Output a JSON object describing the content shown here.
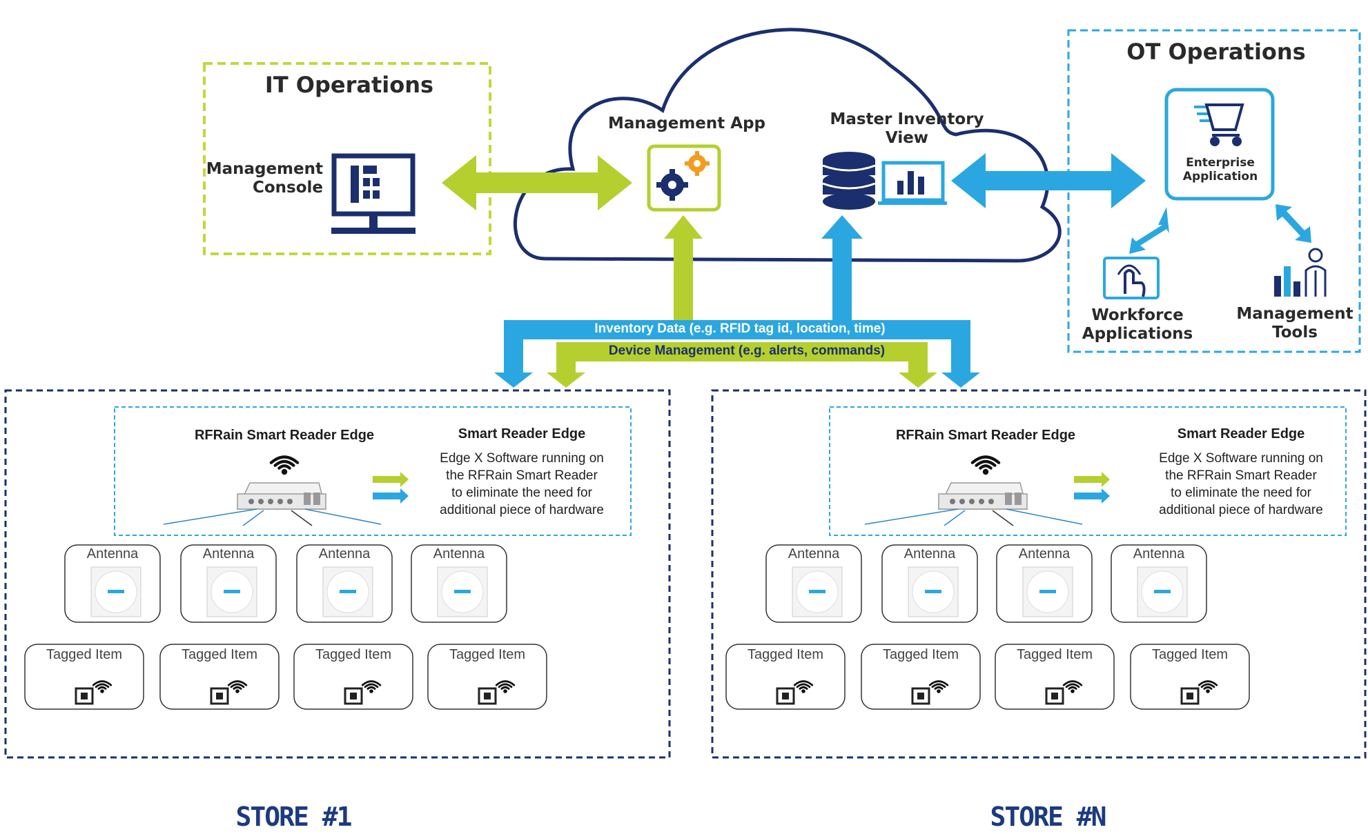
{
  "it_operations": {
    "title": "IT Operations",
    "console_label": "Management\nConsole"
  },
  "cloud": {
    "management_app_label": "Management App",
    "master_inventory_label": "Master Inventory\nView"
  },
  "ot_operations": {
    "title": "OT Operations",
    "enterprise_app_label": "Enterprise\nApplication",
    "workforce_label": "Workforce\nApplications",
    "management_tools_label": "Management\nTools"
  },
  "flows": {
    "inventory_data": "Inventory Data (e.g. RFID tag id, location, time)",
    "device_management": "Device Management (e.g. alerts, commands)"
  },
  "stores": [
    {
      "name": "STORE #1",
      "reader_title": "RFRain Smart Reader Edge",
      "edge_title": "Smart Reader Edge",
      "edge_description": "Edge X Software running on\nthe RFRain Smart Reader\nto eliminate the need for\nadditional piece of hardware",
      "antennas": [
        "Antenna",
        "Antenna",
        "Antenna",
        "Antenna"
      ],
      "tagged_items": [
        "Tagged Item",
        "Tagged Item",
        "Tagged Item",
        "Tagged Item"
      ]
    },
    {
      "name": "STORE #N",
      "reader_title": "RFRain Smart Reader Edge",
      "edge_title": "Smart Reader Edge",
      "edge_description": "Edge X Software running on\nthe RFRain Smart Reader\nto eliminate the need for\nadditional piece of hardware",
      "antennas": [
        "Antenna",
        "Antenna",
        "Antenna",
        "Antenna"
      ],
      "tagged_items": [
        "Tagged Item",
        "Tagged Item",
        "Tagged Item",
        "Tagged Item"
      ]
    }
  ],
  "colors": {
    "it_green": "#b5cf2e",
    "it_dashed": "#c3d73a",
    "ot_blue": "#2aa7e0",
    "navy": "#1b2f6e",
    "store_blue": "#1b3a82"
  },
  "icons": [
    "monitor-icon",
    "gears-icon",
    "database-icon",
    "bar-chart-icon",
    "shopping-cart-icon",
    "touch-screen-icon",
    "person-chart-icon",
    "wifi-icon",
    "rfid-tag-icon",
    "reader-device-icon",
    "antenna-icon"
  ]
}
